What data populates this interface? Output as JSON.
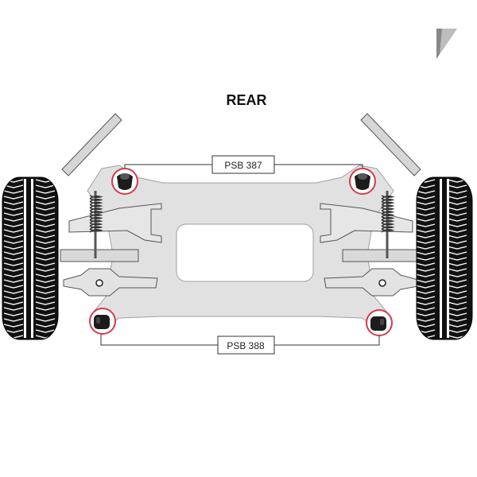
{
  "diagram": {
    "title": "REAR",
    "labels": {
      "upper_part": "PSB 387",
      "lower_part": "PSB 388"
    },
    "colors": {
      "frame": "#e1e1e1",
      "frame_edge": "#9a9a9a",
      "tyre": "#111111",
      "highlight_ring": "#d23c4a",
      "bushing": "#1c1c1c"
    },
    "icons": [
      "corner-logo-icon",
      "tyre-icon",
      "coil-spring-icon",
      "bushing-icon"
    ]
  }
}
